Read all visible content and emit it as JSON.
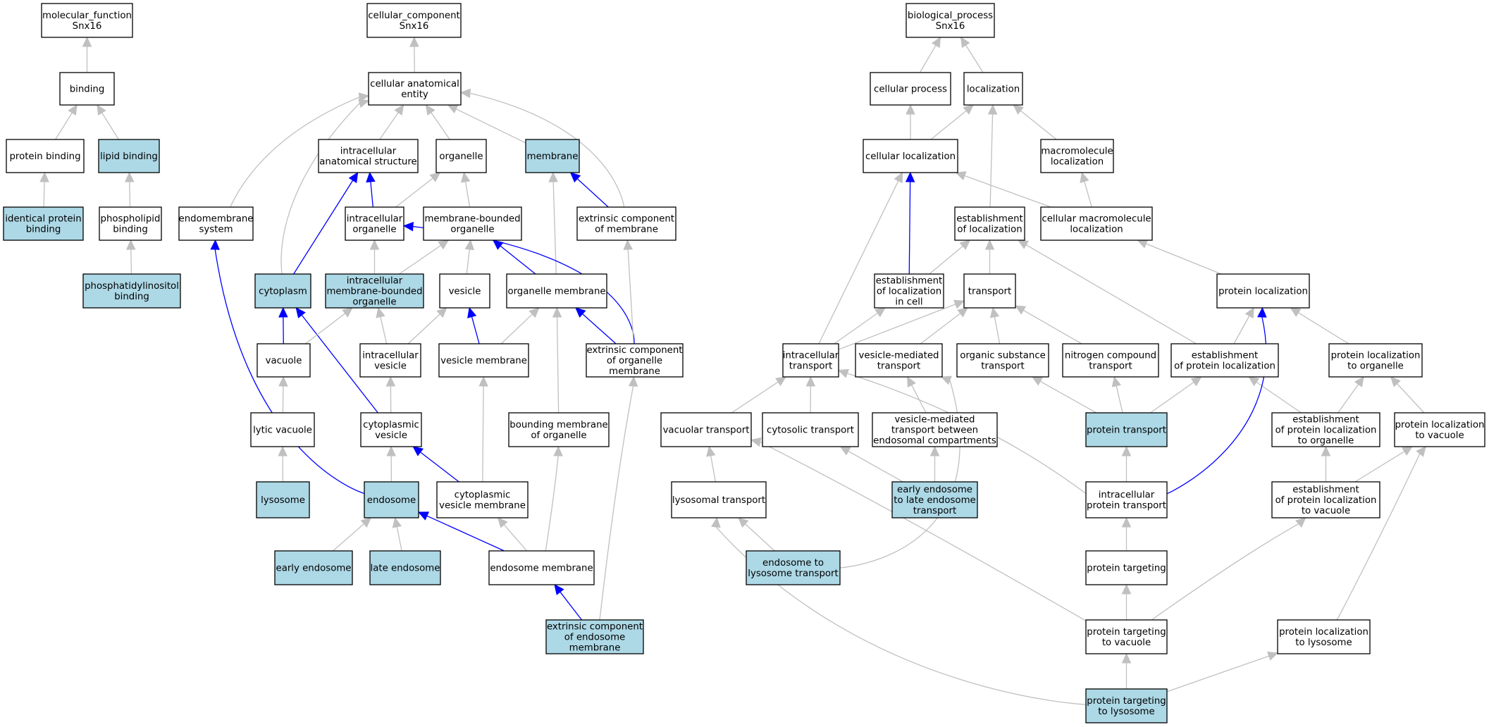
{
  "colors": {
    "plain_fill": "#ffffff",
    "highlight_fill": "#add8e6",
    "gray_edge": "#c0c0c0",
    "blue_edge": "#0000ff"
  },
  "nodes": {
    "mf_root": {
      "lines": [
        "molecular_function",
        "Snx16"
      ],
      "hl": false
    },
    "binding": {
      "lines": [
        "binding"
      ],
      "hl": false
    },
    "protein_binding": {
      "lines": [
        "protein binding"
      ],
      "hl": false
    },
    "lipid_binding": {
      "lines": [
        "lipid binding"
      ],
      "hl": true
    },
    "identical_protein_binding": {
      "lines": [
        "identical protein",
        "binding"
      ],
      "hl": true
    },
    "phospholipid_binding": {
      "lines": [
        "phospholipid",
        "binding"
      ],
      "hl": false
    },
    "phosphatidylinositol_binding": {
      "lines": [
        "phosphatidylinositol",
        "binding"
      ],
      "hl": true
    },
    "cc_root": {
      "lines": [
        "cellular_component",
        "Snx16"
      ],
      "hl": false
    },
    "cellular_anatomical_entity": {
      "lines": [
        "cellular anatomical",
        "entity"
      ],
      "hl": false
    },
    "intracellular_anatomical_structure": {
      "lines": [
        "intracellular",
        "anatomical structure"
      ],
      "hl": false
    },
    "organelle": {
      "lines": [
        "organelle"
      ],
      "hl": false
    },
    "membrane": {
      "lines": [
        "membrane"
      ],
      "hl": true
    },
    "endomembrane_system": {
      "lines": [
        "endomembrane",
        "system"
      ],
      "hl": false
    },
    "intracellular_organelle": {
      "lines": [
        "intracellular",
        "organelle"
      ],
      "hl": false
    },
    "membrane_bounded_organelle": {
      "lines": [
        "membrane-bounded",
        "organelle"
      ],
      "hl": false
    },
    "extrinsic_component_of_membrane": {
      "lines": [
        "extrinsic component",
        "of membrane"
      ],
      "hl": false
    },
    "cytoplasm": {
      "lines": [
        "cytoplasm"
      ],
      "hl": true
    },
    "intracellular_membrane_bounded_organelle": {
      "lines": [
        "intracellular",
        "membrane-bounded",
        "organelle"
      ],
      "hl": true
    },
    "vesicle": {
      "lines": [
        "vesicle"
      ],
      "hl": false
    },
    "organelle_membrane": {
      "lines": [
        "organelle membrane"
      ],
      "hl": false
    },
    "vacuole": {
      "lines": [
        "vacuole"
      ],
      "hl": false
    },
    "intracellular_vesicle": {
      "lines": [
        "intracellular",
        "vesicle"
      ],
      "hl": false
    },
    "vesicle_membrane": {
      "lines": [
        "vesicle membrane"
      ],
      "hl": false
    },
    "extrinsic_component_of_organelle_membrane": {
      "lines": [
        "extrinsic component",
        "of organelle",
        "membrane"
      ],
      "hl": false
    },
    "lytic_vacuole": {
      "lines": [
        "lytic vacuole"
      ],
      "hl": false
    },
    "cytoplasmic_vesicle": {
      "lines": [
        "cytoplasmic",
        "vesicle"
      ],
      "hl": false
    },
    "bounding_membrane_of_organelle": {
      "lines": [
        "bounding membrane",
        "of organelle"
      ],
      "hl": false
    },
    "lysosome": {
      "lines": [
        "lysosome"
      ],
      "hl": true
    },
    "endosome": {
      "lines": [
        "endosome"
      ],
      "hl": true
    },
    "cytoplasmic_vesicle_membrane": {
      "lines": [
        "cytoplasmic",
        "vesicle membrane"
      ],
      "hl": false
    },
    "early_endosome": {
      "lines": [
        "early endosome"
      ],
      "hl": true
    },
    "late_endosome": {
      "lines": [
        "late endosome"
      ],
      "hl": true
    },
    "endosome_membrane": {
      "lines": [
        "endosome membrane"
      ],
      "hl": false
    },
    "extrinsic_component_of_endosome_membrane": {
      "lines": [
        "extrinsic component",
        "of endosome",
        "membrane"
      ],
      "hl": true
    },
    "bp_root": {
      "lines": [
        "biological_process",
        "Snx16"
      ],
      "hl": false
    },
    "cellular_process": {
      "lines": [
        "cellular process"
      ],
      "hl": false
    },
    "localization": {
      "lines": [
        "localization"
      ],
      "hl": false
    },
    "cellular_localization": {
      "lines": [
        "cellular localization"
      ],
      "hl": false
    },
    "macromolecule_localization": {
      "lines": [
        "macromolecule",
        "localization"
      ],
      "hl": false
    },
    "establishment_of_localization": {
      "lines": [
        "establishment",
        "of localization"
      ],
      "hl": false
    },
    "cellular_macromolecule_localization": {
      "lines": [
        "cellular macromolecule",
        "localization"
      ],
      "hl": false
    },
    "establishment_of_localization_in_cell": {
      "lines": [
        "establishment",
        "of localization",
        "in cell"
      ],
      "hl": false
    },
    "transport": {
      "lines": [
        "transport"
      ],
      "hl": false
    },
    "protein_localization": {
      "lines": [
        "protein localization"
      ],
      "hl": false
    },
    "intracellular_transport": {
      "lines": [
        "intracellular",
        "transport"
      ],
      "hl": false
    },
    "vesicle_mediated_transport": {
      "lines": [
        "vesicle-mediated",
        "transport"
      ],
      "hl": false
    },
    "organic_substance_transport": {
      "lines": [
        "organic substance",
        "transport"
      ],
      "hl": false
    },
    "nitrogen_compound_transport": {
      "lines": [
        "nitrogen compound",
        "transport"
      ],
      "hl": false
    },
    "establishment_of_protein_localization": {
      "lines": [
        "establishment",
        "of protein localization"
      ],
      "hl": false
    },
    "protein_localization_to_organelle": {
      "lines": [
        "protein localization",
        "to organelle"
      ],
      "hl": false
    },
    "vacuolar_transport": {
      "lines": [
        "vacuolar transport"
      ],
      "hl": false
    },
    "cytosolic_transport": {
      "lines": [
        "cytosolic transport"
      ],
      "hl": false
    },
    "vesicle_mediated_transport_between_endosomal_compartments": {
      "lines": [
        "vesicle-mediated",
        "transport between",
        "endosomal compartments"
      ],
      "hl": false
    },
    "protein_transport": {
      "lines": [
        "protein transport"
      ],
      "hl": true
    },
    "establishment_of_protein_localization_to_organelle": {
      "lines": [
        "establishment",
        "of protein localization",
        "to organelle"
      ],
      "hl": false
    },
    "protein_localization_to_vacuole": {
      "lines": [
        "protein localization",
        "to vacuole"
      ],
      "hl": false
    },
    "lysosomal_transport": {
      "lines": [
        "lysosomal transport"
      ],
      "hl": false
    },
    "early_endosome_to_late_endosome_transport": {
      "lines": [
        "early endosome",
        "to late endosome",
        "transport"
      ],
      "hl": true
    },
    "intracellular_protein_transport": {
      "lines": [
        "intracellular",
        "protein transport"
      ],
      "hl": false
    },
    "establishment_of_protein_localization_to_vacuole": {
      "lines": [
        "establishment",
        "of protein localization",
        "to vacuole"
      ],
      "hl": false
    },
    "endosome_to_lysosome_transport": {
      "lines": [
        "endosome to",
        "lysosome transport"
      ],
      "hl": true
    },
    "protein_targeting": {
      "lines": [
        "protein targeting"
      ],
      "hl": false
    },
    "protein_targeting_to_vacuole": {
      "lines": [
        "protein targeting",
        "to vacuole"
      ],
      "hl": false
    },
    "protein_localization_to_lysosome": {
      "lines": [
        "protein localization",
        "to lysosome"
      ],
      "hl": false
    },
    "protein_targeting_to_lysosome": {
      "lines": [
        "protein targeting",
        "to lysosome"
      ],
      "hl": true
    }
  },
  "edges": [
    {
      "from": "binding",
      "to": "mf_root",
      "kind": "gray"
    },
    {
      "from": "protein_binding",
      "to": "binding",
      "kind": "gray"
    },
    {
      "from": "lipid_binding",
      "to": "binding",
      "kind": "gray"
    },
    {
      "from": "identical_protein_binding",
      "to": "protein_binding",
      "kind": "gray"
    },
    {
      "from": "phospholipid_binding",
      "to": "lipid_binding",
      "kind": "gray"
    },
    {
      "from": "phosphatidylinositol_binding",
      "to": "phospholipid_binding",
      "kind": "gray"
    },
    {
      "from": "cellular_anatomical_entity",
      "to": "cc_root",
      "kind": "gray"
    },
    {
      "from": "intracellular_anatomical_structure",
      "to": "cellular_anatomical_entity",
      "kind": "gray"
    },
    {
      "from": "organelle",
      "to": "cellular_anatomical_entity",
      "kind": "gray"
    },
    {
      "from": "membrane",
      "to": "cellular_anatomical_entity",
      "kind": "gray"
    },
    {
      "from": "endomembrane_system",
      "to": "cellular_anatomical_entity",
      "kind": "gray"
    },
    {
      "from": "cytoplasm",
      "to": "cellular_anatomical_entity",
      "kind": "gray"
    },
    {
      "from": "extrinsic_component_of_membrane",
      "to": "cellular_anatomical_entity",
      "kind": "gray"
    },
    {
      "from": "intracellular_organelle",
      "to": "intracellular_anatomical_structure",
      "kind": "blue"
    },
    {
      "from": "cytoplasm",
      "to": "intracellular_anatomical_structure",
      "kind": "blue"
    },
    {
      "from": "intracellular_organelle",
      "to": "organelle",
      "kind": "gray"
    },
    {
      "from": "membrane_bounded_organelle",
      "to": "organelle",
      "kind": "gray"
    },
    {
      "from": "extrinsic_component_of_membrane",
      "to": "membrane",
      "kind": "blue"
    },
    {
      "from": "organelle_membrane",
      "to": "membrane",
      "kind": "gray"
    },
    {
      "from": "endosome",
      "to": "endomembrane_system",
      "kind": "blue"
    },
    {
      "from": "intracellular_membrane_bounded_organelle",
      "to": "intracellular_organelle",
      "kind": "gray"
    },
    {
      "from": "intracellular_membrane_bounded_organelle",
      "to": "membrane_bounded_organelle",
      "kind": "gray"
    },
    {
      "from": "vesicle",
      "to": "membrane_bounded_organelle",
      "kind": "gray"
    },
    {
      "from": "organelle_membrane",
      "to": "membrane_bounded_organelle",
      "kind": "blue"
    },
    {
      "from": "extrinsic_component_of_organelle_membrane",
      "to": "intracellular_organelle",
      "kind": "blue"
    },
    {
      "from": "extrinsic_component_of_organelle_membrane",
      "to": "extrinsic_component_of_membrane",
      "kind": "gray"
    },
    {
      "from": "extrinsic_component_of_organelle_membrane",
      "to": "organelle_membrane",
      "kind": "blue"
    },
    {
      "from": "vacuole",
      "to": "cytoplasm",
      "kind": "blue"
    },
    {
      "from": "cytoplasmic_vesicle",
      "to": "cytoplasm",
      "kind": "blue"
    },
    {
      "from": "vacuole",
      "to": "intracellular_membrane_bounded_organelle",
      "kind": "gray"
    },
    {
      "from": "intracellular_vesicle",
      "to": "intracellular_membrane_bounded_organelle",
      "kind": "gray"
    },
    {
      "from": "intracellular_vesicle",
      "to": "vesicle",
      "kind": "gray"
    },
    {
      "from": "vesicle_membrane",
      "to": "vesicle",
      "kind": "blue"
    },
    {
      "from": "vesicle_membrane",
      "to": "organelle_membrane",
      "kind": "gray"
    },
    {
      "from": "bounding_membrane_of_organelle",
      "to": "organelle_membrane",
      "kind": "gray"
    },
    {
      "from": "lytic_vacuole",
      "to": "vacuole",
      "kind": "gray"
    },
    {
      "from": "cytoplasmic_vesicle",
      "to": "intracellular_vesicle",
      "kind": "gray"
    },
    {
      "from": "cytoplasmic_vesicle_membrane",
      "to": "vesicle_membrane",
      "kind": "gray"
    },
    {
      "from": "lysosome",
      "to": "lytic_vacuole",
      "kind": "gray"
    },
    {
      "from": "endosome",
      "to": "cytoplasmic_vesicle",
      "kind": "gray"
    },
    {
      "from": "cytoplasmic_vesicle_membrane",
      "to": "cytoplasmic_vesicle",
      "kind": "blue"
    },
    {
      "from": "early_endosome",
      "to": "endosome",
      "kind": "gray"
    },
    {
      "from": "late_endosome",
      "to": "endosome",
      "kind": "gray"
    },
    {
      "from": "endosome_membrane",
      "to": "endosome",
      "kind": "blue"
    },
    {
      "from": "endosome_membrane",
      "to": "cytoplasmic_vesicle_membrane",
      "kind": "gray"
    },
    {
      "from": "endosome_membrane",
      "to": "bounding_membrane_of_organelle",
      "kind": "gray"
    },
    {
      "from": "extrinsic_component_of_endosome_membrane",
      "to": "endosome_membrane",
      "kind": "blue"
    },
    {
      "from": "extrinsic_component_of_endosome_membrane",
      "to": "extrinsic_component_of_organelle_membrane",
      "kind": "gray"
    },
    {
      "from": "cellular_process",
      "to": "bp_root",
      "kind": "gray"
    },
    {
      "from": "localization",
      "to": "bp_root",
      "kind": "gray"
    },
    {
      "from": "cellular_localization",
      "to": "cellular_process",
      "kind": "gray"
    },
    {
      "from": "cellular_localization",
      "to": "localization",
      "kind": "gray"
    },
    {
      "from": "macromolecule_localization",
      "to": "localization",
      "kind": "gray"
    },
    {
      "from": "establishment_of_localization",
      "to": "localization",
      "kind": "gray"
    },
    {
      "from": "cellular_macromolecule_localization",
      "to": "cellular_localization",
      "kind": "gray"
    },
    {
      "from": "cellular_macromolecule_localization",
      "to": "macromolecule_localization",
      "kind": "gray"
    },
    {
      "from": "establishment_of_localization_in_cell",
      "to": "cellular_localization",
      "kind": "blue"
    },
    {
      "from": "establishment_of_localization_in_cell",
      "to": "establishment_of_localization",
      "kind": "gray"
    },
    {
      "from": "transport",
      "to": "establishment_of_localization",
      "kind": "gray"
    },
    {
      "from": "protein_localization",
      "to": "cellular_macromolecule_localization",
      "kind": "gray"
    },
    {
      "from": "intracellular_transport",
      "to": "cellular_localization",
      "kind": "gray"
    },
    {
      "from": "intracellular_transport",
      "to": "establishment_of_localization_in_cell",
      "kind": "gray"
    },
    {
      "from": "intracellular_transport",
      "to": "transport",
      "kind": "gray"
    },
    {
      "from": "vesicle_mediated_transport",
      "to": "transport",
      "kind": "gray"
    },
    {
      "from": "organic_substance_transport",
      "to": "transport",
      "kind": "gray"
    },
    {
      "from": "nitrogen_compound_transport",
      "to": "transport",
      "kind": "gray"
    },
    {
      "from": "establishment_of_protein_localization",
      "to": "establishment_of_localization",
      "kind": "gray"
    },
    {
      "from": "establishment_of_protein_localization",
      "to": "protein_localization",
      "kind": "gray"
    },
    {
      "from": "protein_localization_to_organelle",
      "to": "protein_localization",
      "kind": "gray"
    },
    {
      "from": "vacuolar_transport",
      "to": "intracellular_transport",
      "kind": "gray"
    },
    {
      "from": "cytosolic_transport",
      "to": "intracellular_transport",
      "kind": "gray"
    },
    {
      "from": "vesicle_mediated_transport_between_endosomal_compartments",
      "to": "vesicle_mediated_transport",
      "kind": "gray"
    },
    {
      "from": "protein_transport",
      "to": "organic_substance_transport",
      "kind": "gray"
    },
    {
      "from": "protein_transport",
      "to": "nitrogen_compound_transport",
      "kind": "gray"
    },
    {
      "from": "protein_transport",
      "to": "establishment_of_protein_localization",
      "kind": "gray"
    },
    {
      "from": "establishment_of_protein_localization_to_organelle",
      "to": "establishment_of_protein_localization",
      "kind": "gray"
    },
    {
      "from": "establishment_of_protein_localization_to_organelle",
      "to": "protein_localization_to_organelle",
      "kind": "gray"
    },
    {
      "from": "protein_localization_to_vacuole",
      "to": "protein_localization_to_organelle",
      "kind": "gray"
    },
    {
      "from": "lysosomal_transport",
      "to": "vacuolar_transport",
      "kind": "gray"
    },
    {
      "from": "early_endosome_to_late_endosome_transport",
      "to": "cytosolic_transport",
      "kind": "gray"
    },
    {
      "from": "early_endosome_to_late_endosome_transport",
      "to": "vesicle_mediated_transport_between_endosomal_compartments",
      "kind": "gray"
    },
    {
      "from": "intracellular_protein_transport",
      "to": "intracellular_transport",
      "kind": "gray"
    },
    {
      "from": "intracellular_protein_transport",
      "to": "protein_localization",
      "kind": "blue"
    },
    {
      "from": "intracellular_protein_transport",
      "to": "protein_transport",
      "kind": "gray"
    },
    {
      "from": "establishment_of_protein_localization_to_vacuole",
      "to": "establishment_of_protein_localization_to_organelle",
      "kind": "gray"
    },
    {
      "from": "establishment_of_protein_localization_to_vacuole",
      "to": "protein_localization_to_vacuole",
      "kind": "gray"
    },
    {
      "from": "endosome_to_lysosome_transport",
      "to": "lysosomal_transport",
      "kind": "gray"
    },
    {
      "from": "endosome_to_lysosome_transport",
      "to": "vesicle_mediated_transport",
      "kind": "gray"
    },
    {
      "from": "protein_targeting",
      "to": "intracellular_protein_transport",
      "kind": "gray"
    },
    {
      "from": "protein_targeting_to_vacuole",
      "to": "protein_targeting",
      "kind": "gray"
    },
    {
      "from": "protein_targeting_to_vacuole",
      "to": "vacuolar_transport",
      "kind": "gray"
    },
    {
      "from": "protein_targeting_to_vacuole",
      "to": "establishment_of_protein_localization_to_vacuole",
      "kind": "gray"
    },
    {
      "from": "protein_localization_to_lysosome",
      "to": "protein_localization_to_vacuole",
      "kind": "gray"
    },
    {
      "from": "protein_targeting_to_lysosome",
      "to": "protein_targeting_to_vacuole",
      "kind": "gray"
    },
    {
      "from": "protein_targeting_to_lysosome",
      "to": "protein_localization_to_lysosome",
      "kind": "gray"
    },
    {
      "from": "protein_targeting_to_lysosome",
      "to": "lysosomal_transport",
      "kind": "gray"
    }
  ]
}
